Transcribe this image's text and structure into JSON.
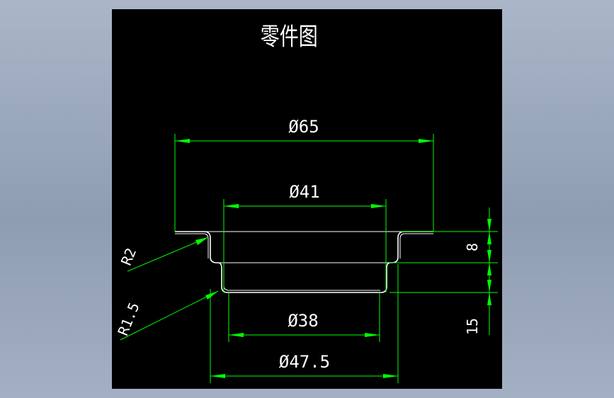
{
  "drawing": {
    "title": "零件图",
    "colors": {
      "background": "#000000",
      "part_outline": "#ffffff",
      "dimension": "#00ff00",
      "text": "#ffffff"
    },
    "dimensions": {
      "outer_flange_diameter": "Ø65",
      "inner_top_diameter": "Ø41",
      "bottom_inner_diameter": "Ø38",
      "bottom_outer_diameter": "Ø47.5",
      "fillet_upper": "R2",
      "fillet_lower": "R1.5",
      "height_upper": "8",
      "height_lower": "15"
    }
  }
}
